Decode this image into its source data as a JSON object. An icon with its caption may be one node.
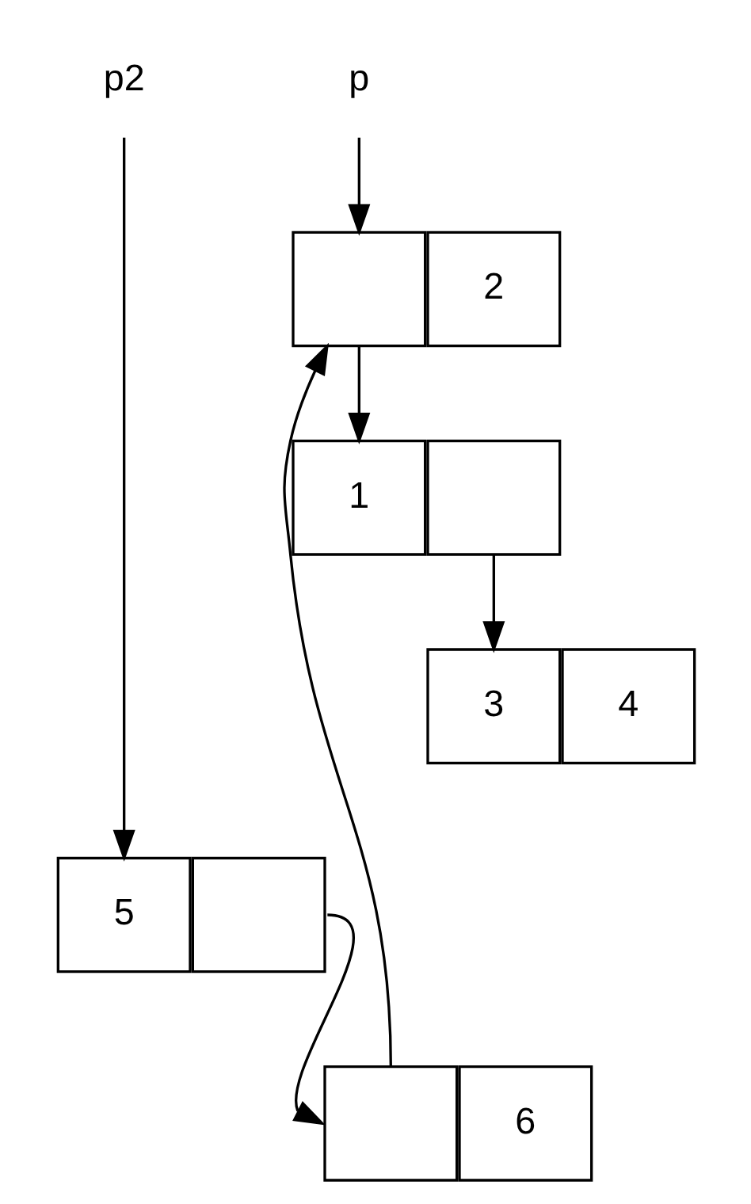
{
  "diagram": {
    "nodes": [
      {
        "text": [
          "p"
        ]
      },
      {
        "text": [],
        "shape": "box"
      },
      {
        "text": [
          "2"
        ]
      },
      {
        "text": [
          "1"
        ]
      },
      {
        "text": [],
        "shape": "box"
      },
      {
        "text": [
          "3"
        ]
      },
      {
        "text": [
          "4"
        ]
      },
      {
        "text": [
          "p2"
        ]
      },
      {
        "text": [],
        "shape": "box"
      },
      {
        "text": [
          "6"
        ]
      },
      {
        "text": [
          "5"
        ]
      },
      {
        "text": [],
        "shape": "box"
      }
    ],
    "edges": [
      {
        "from": 0,
        "to": 1,
        "arrow": "to"
      },
      {
        "from": 1,
        "to": 3,
        "arrow": "to"
      },
      {
        "from": 4,
        "to": 5,
        "arrow": "to"
      },
      {
        "from": 8,
        "to": 1,
        "arrow": "to"
      },
      {
        "from": 7,
        "to": 10,
        "arrow": "to"
      },
      {
        "from": 11,
        "to": 8,
        "arrow": "to"
      }
    ]
  }
}
